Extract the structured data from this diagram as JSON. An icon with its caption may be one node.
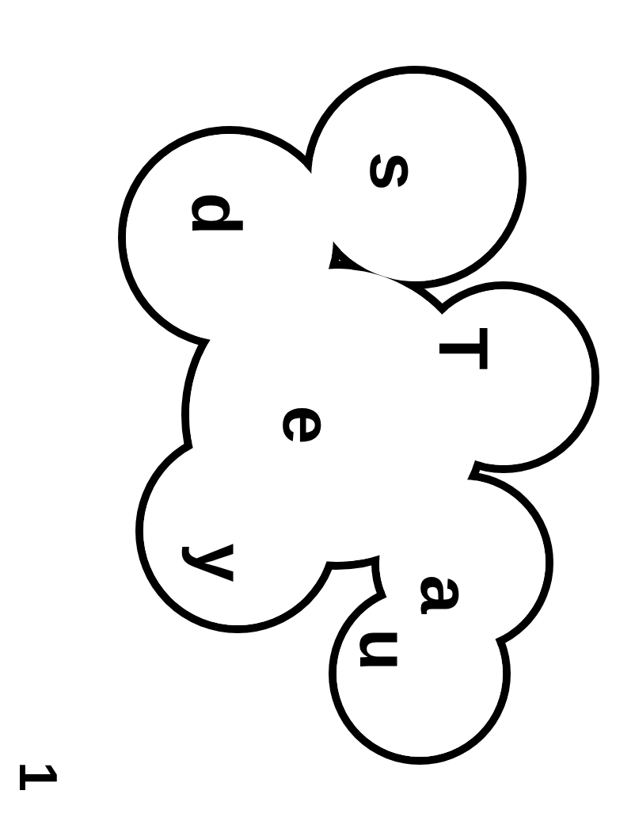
{
  "diagram": {
    "nodes": [
      {
        "text": [
          "d"
        ]
      },
      {
        "text": [
          "s"
        ]
      },
      {
        "text": [
          "e"
        ]
      },
      {
        "text": [
          "y"
        ]
      },
      {
        "text": [
          "T"
        ]
      },
      {
        "text": [
          "a"
        ]
      },
      {
        "text": [
          "u"
        ]
      }
    ],
    "labels": [
      "1"
    ]
  }
}
